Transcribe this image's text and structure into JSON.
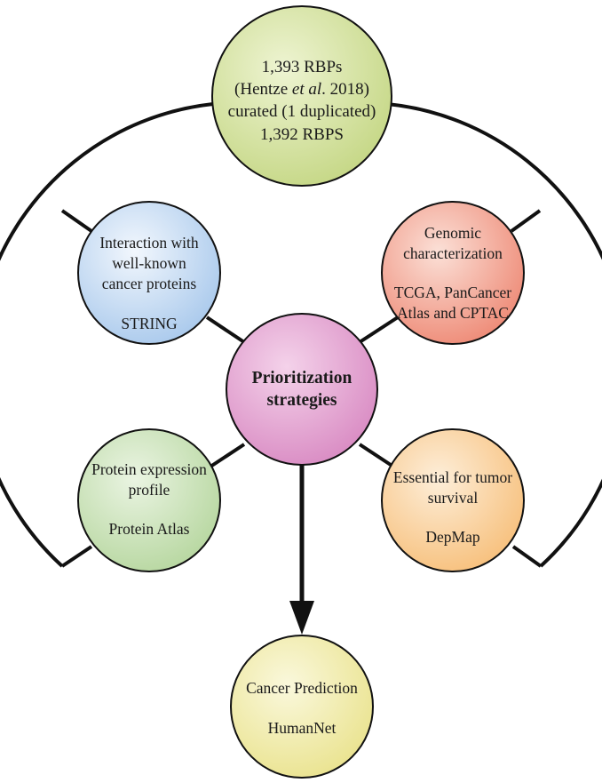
{
  "nodes": {
    "source": {
      "line1": "1,393 RBPs",
      "line2_prefix": "(Hentze ",
      "line2_italic": "et al",
      "line2_suffix": ". 2018)",
      "line3": "curated (1 duplicated)",
      "line4": "1,392 RBPS",
      "color": "#c5d785"
    },
    "center": {
      "line1": "Prioritization",
      "line2": "strategies",
      "color": "#d98bc3"
    },
    "interaction": {
      "lines": [
        "Interaction with",
        "well-known",
        "cancer proteins"
      ],
      "resource": "STRING",
      "color": "#a9c9ec"
    },
    "genomic": {
      "lines": [
        "Genomic",
        "characterization"
      ],
      "resource_lines": [
        "TCGA, PanCancer",
        "Atlas and CPTAC"
      ],
      "color": "#ee8a76"
    },
    "protein_expression": {
      "lines": [
        "Protein expression",
        "profile"
      ],
      "resource": "Protein Atlas",
      "color": "#b7d7a0"
    },
    "essential": {
      "lines": [
        "Essential for tumor",
        "survival"
      ],
      "resource": "DepMap",
      "color": "#f7c07c"
    },
    "prediction": {
      "line1": "Cancer Prediction",
      "resource": "HumanNet",
      "color": "#eae38f"
    }
  }
}
